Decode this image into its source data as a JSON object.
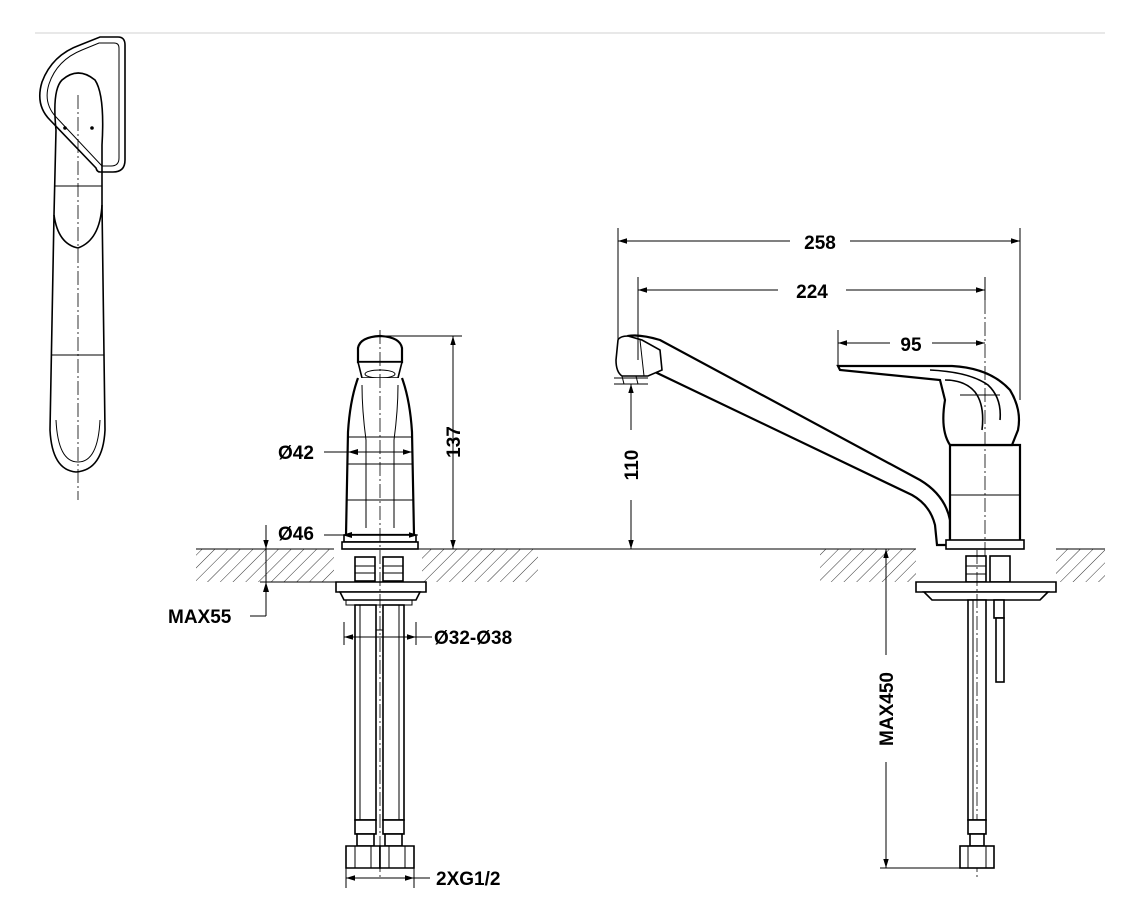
{
  "dimensions": {
    "overall_length": "258",
    "spout_reach": "224",
    "lever_length": "95",
    "spout_height": "110",
    "body_height": "137",
    "body_diameter": "Ø42",
    "base_diameter": "Ø46",
    "max_deck_thickness": "MAX55",
    "mounting_hole": "Ø32-Ø38",
    "max_hose_length": "MAX450",
    "connections": "2XG1/2"
  }
}
